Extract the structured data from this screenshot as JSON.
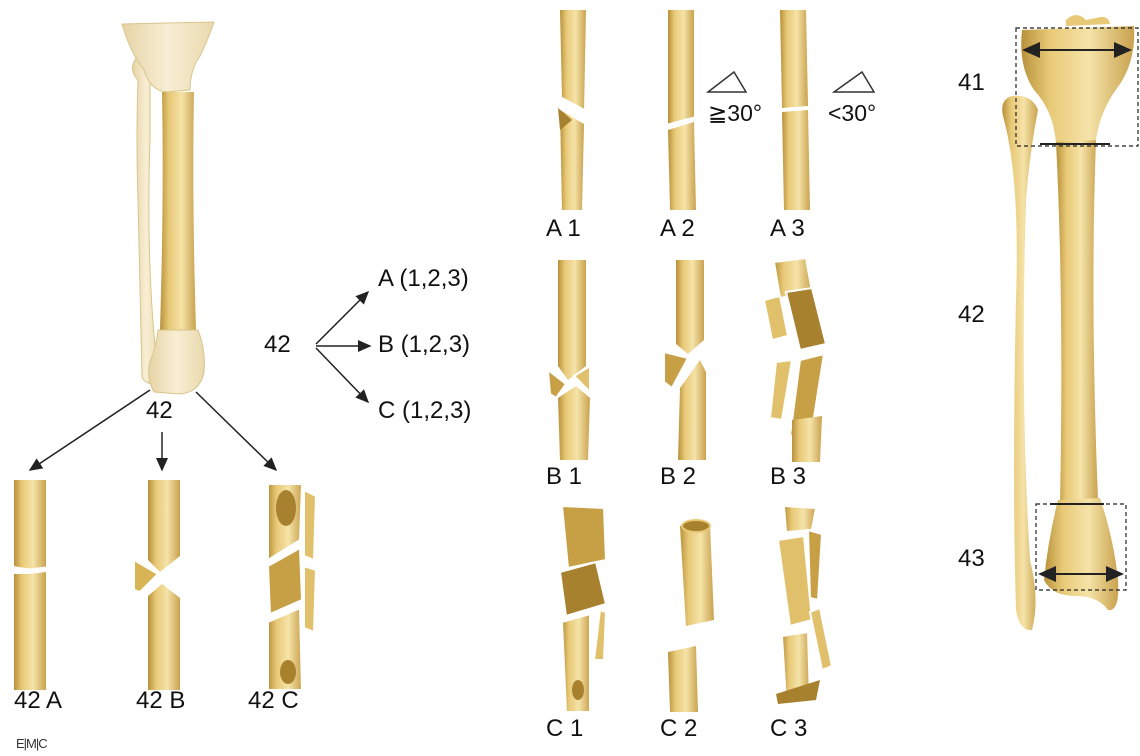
{
  "overview": {
    "label": "42",
    "subtypes": [
      "42 A",
      "42 B",
      "42 C"
    ]
  },
  "scheme": {
    "root": "42",
    "branches": [
      "A (1,2,3)",
      "B (1,2,3)",
      "C (1,2,3)"
    ]
  },
  "grid": {
    "row_a": [
      "A 1",
      "A 2",
      "A 3"
    ],
    "row_b": [
      "B 1",
      "B 2",
      "B 3"
    ],
    "row_c": [
      "C 1",
      "C 2",
      "C 3"
    ],
    "angle_a2": "≧30°",
    "angle_a3": "<30°"
  },
  "segments": {
    "proximal": "41",
    "diaphysis": "42",
    "distal": "43"
  },
  "logo": "E|M|C",
  "colors": {
    "bone": "#e8c977",
    "bone_light": "#f5e3a8",
    "bone_dark": "#b8913a",
    "epiphysis": "#f4e8c8",
    "line": "#222222"
  }
}
